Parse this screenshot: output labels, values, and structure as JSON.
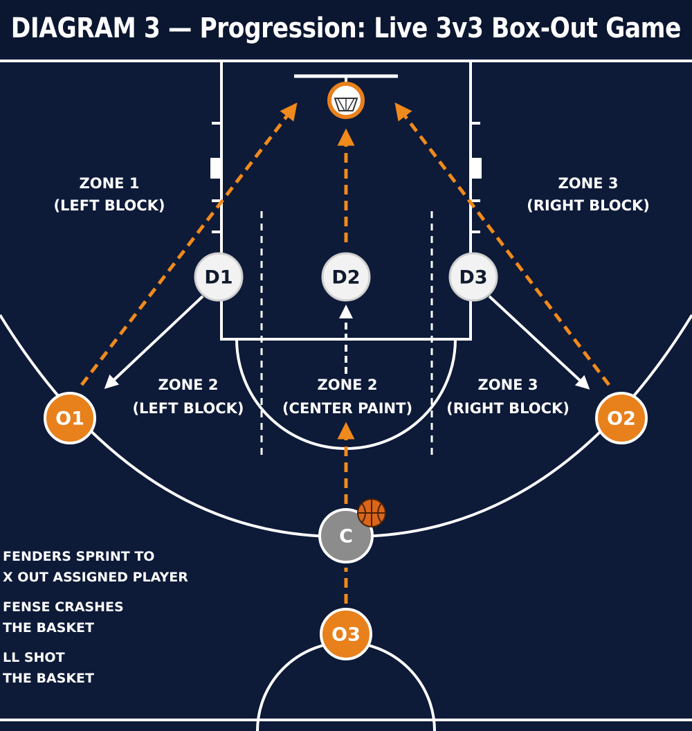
{
  "title": "DIAGRAM 3 — Progression: Live 3v3 Box-Out Game",
  "colors": {
    "background": "#0d1a38",
    "court_line": "#ffffff",
    "offense": "#e8801c",
    "defense": "#f2f2f2",
    "coach": "#8c8c8c",
    "offense_path": "#f08a1c",
    "defense_path": "#ffffff"
  },
  "zones": [
    {
      "line1": "ZONE 1",
      "line2": "(LEFT BLOCK)"
    },
    {
      "line1": "ZONE 3",
      "line2": "(RIGHT BLOCK)"
    },
    {
      "line1": "ZONE 2",
      "line2": "(LEFT BLOCK)"
    },
    {
      "line1": "ZONE 2",
      "line2": "(CENTER PAINT)"
    },
    {
      "line1": "ZONE 3",
      "line2": "(RIGHT BLOCK)"
    }
  ],
  "players": {
    "d1": "D1",
    "d2": "D2",
    "d3": "D3",
    "o1": "O1",
    "o2": "O2",
    "o3": "O3",
    "coach": "C"
  },
  "notes": [
    {
      "line1": "FENDERS SPRINT TO",
      "line2": "X OUT ASSIGNED PLAYER"
    },
    {
      "line1": "FENSE CRASHES",
      "line2": " THE BASKET"
    },
    {
      "line1": "LL SHOT",
      "line2": " THE BASKET"
    }
  ],
  "icons": {
    "basket": "basketball-hoop-icon",
    "ball": "basketball-icon"
  }
}
